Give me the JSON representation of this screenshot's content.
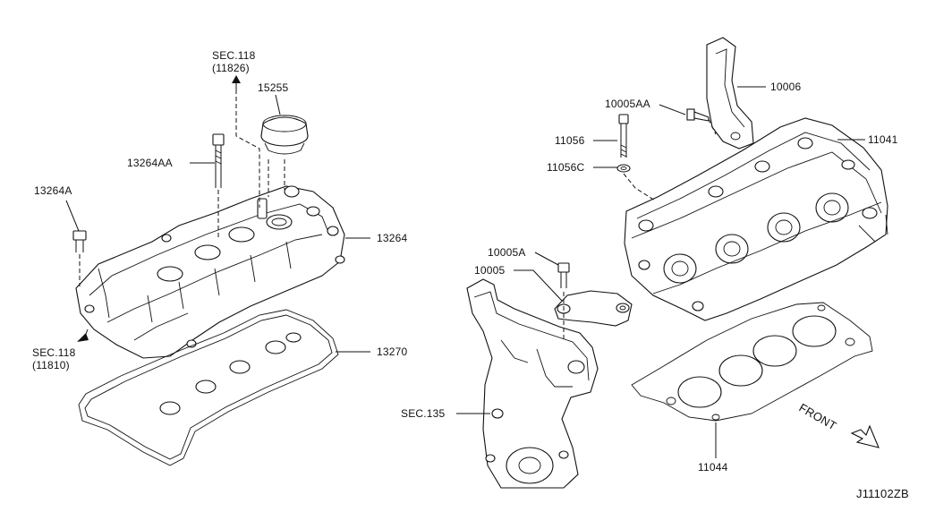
{
  "callouts": {
    "sec118_top": "SEC.118",
    "sec118_top_ref": "(11826)",
    "p15255": "15255",
    "p13264AA": "13264AA",
    "p13264A": "13264A",
    "p13264": "13264",
    "sec118_left": "SEC.118",
    "sec118_left_ref": "(11810)",
    "p13270": "13270",
    "p10006": "10006",
    "p10005AA": "10005AA",
    "p11056": "11056",
    "p11056C": "11056C",
    "p11041": "11041",
    "p10005A": "10005A",
    "p10005": "10005",
    "sec135": "SEC.135",
    "p11044": "11044",
    "front": "FRONT",
    "diagram_id": "J11102ZB"
  },
  "icons": [
    "arrow-up-icon",
    "arrow-down-left-icon",
    "front-arrow-icon"
  ]
}
